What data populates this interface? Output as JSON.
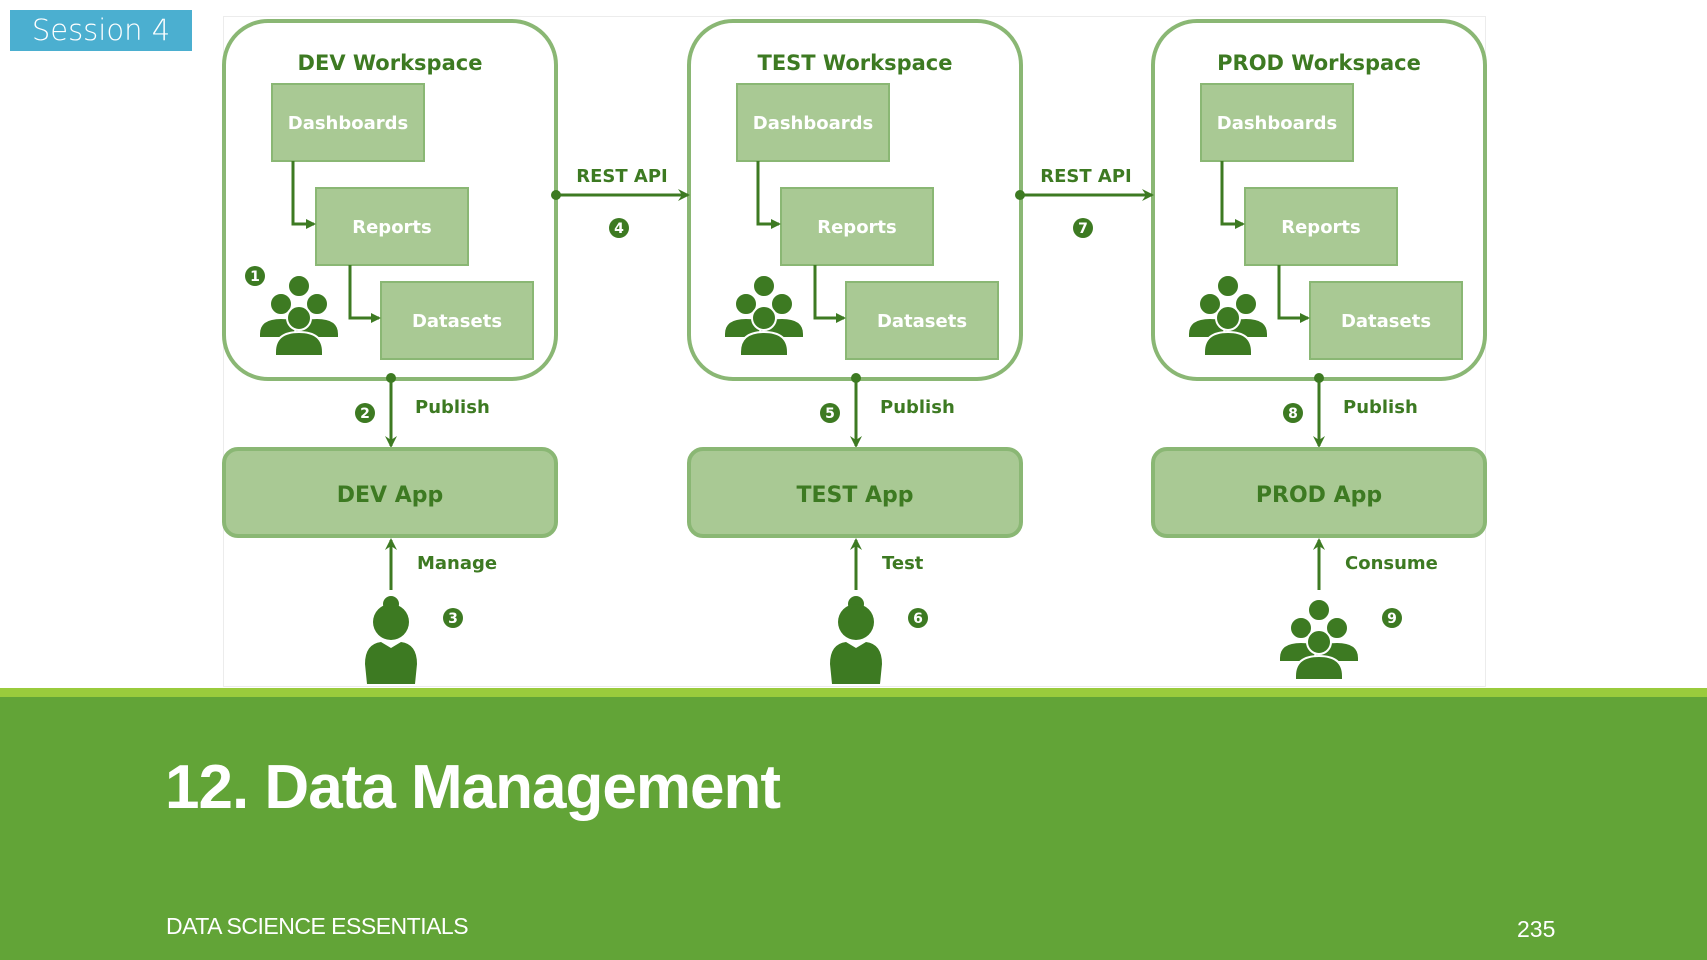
{
  "session_badge": "Session 4",
  "slide": {
    "title": "12. Data Management",
    "footer": "DATA SCIENCE ESSENTIALS",
    "page_number": "235"
  },
  "colors": {
    "session_badge": "#4bafd0",
    "band_light": "#9acb3c",
    "band_dark": "#62a437",
    "diagram_dark_green": "#3d7a22",
    "diagram_light_green": "#a9c994",
    "diagram_border_green": "#8ab774"
  },
  "diagram": {
    "workspaces": [
      {
        "title": "DEV Workspace",
        "items": [
          "Dashboards",
          "Reports",
          "Datasets"
        ],
        "group_step": "1",
        "publish_label": "Publish",
        "publish_step": "2",
        "app": "DEV App",
        "user_action": "Manage",
        "user_step": "3",
        "user_icon": "single-user-icon"
      },
      {
        "title": "TEST Workspace",
        "items": [
          "Dashboards",
          "Reports",
          "Datasets"
        ],
        "group_step": "",
        "publish_label": "Publish",
        "publish_step": "5",
        "app": "TEST App",
        "user_action": "Test",
        "user_step": "6",
        "user_icon": "single-user-icon"
      },
      {
        "title": "PROD Workspace",
        "items": [
          "Dashboards",
          "Reports",
          "Datasets"
        ],
        "group_step": "",
        "publish_label": "Publish",
        "publish_step": "8",
        "app": "PROD App",
        "user_action": "Consume",
        "user_step": "9",
        "user_icon": "user-group-icon"
      }
    ],
    "connectors": [
      {
        "label": "REST API",
        "step": "4"
      },
      {
        "label": "REST API",
        "step": "7"
      }
    ]
  }
}
